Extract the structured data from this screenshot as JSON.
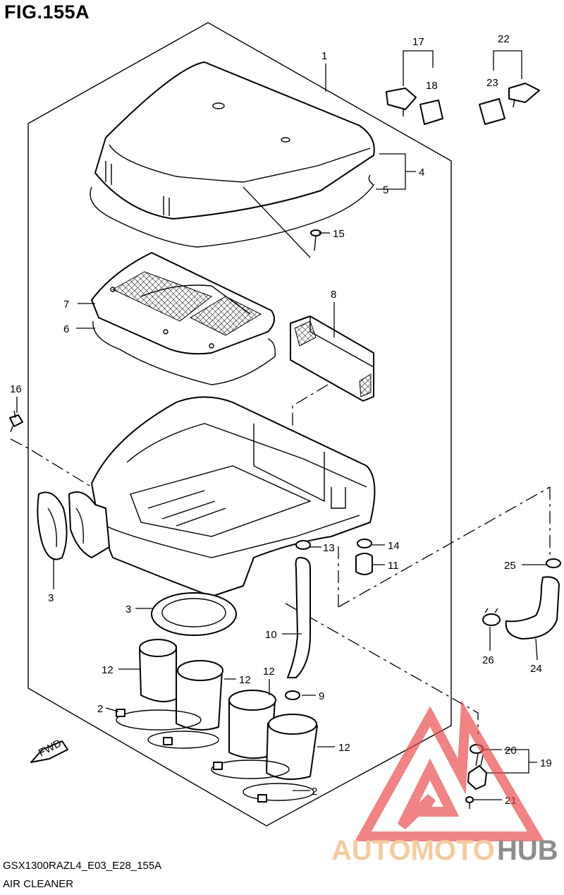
{
  "figure": {
    "title": "FIG.155A",
    "model_code": "GSX1300RAZL4_E03_E28_155A",
    "section_name": "AIR CLEANER"
  },
  "fwd_label": "FWD",
  "watermark": {
    "text_left": "AUTOMOTO",
    "text_right": "HUB",
    "color_left": "#f5c28c",
    "color_right": "#7a7a7a",
    "triangle_color": "#e84a4a"
  },
  "callouts": [
    {
      "id": "c1",
      "text": "1"
    },
    {
      "id": "c2a",
      "text": "2"
    },
    {
      "id": "c2b",
      "text": "2"
    },
    {
      "id": "c3a",
      "text": "3"
    },
    {
      "id": "c3b",
      "text": "3"
    },
    {
      "id": "c4",
      "text": "4"
    },
    {
      "id": "c5",
      "text": "5"
    },
    {
      "id": "c6",
      "text": "6"
    },
    {
      "id": "c7",
      "text": "7"
    },
    {
      "id": "c8",
      "text": "8"
    },
    {
      "id": "c9",
      "text": "9"
    },
    {
      "id": "c10",
      "text": "10"
    },
    {
      "id": "c11",
      "text": "11"
    },
    {
      "id": "c12a",
      "text": "12"
    },
    {
      "id": "c12b",
      "text": "12"
    },
    {
      "id": "c12c",
      "text": "12"
    },
    {
      "id": "c12d",
      "text": "12"
    },
    {
      "id": "c13",
      "text": "13"
    },
    {
      "id": "c14",
      "text": "14"
    },
    {
      "id": "c15",
      "text": "15"
    },
    {
      "id": "c16",
      "text": "16"
    },
    {
      "id": "c17",
      "text": "17"
    },
    {
      "id": "c18",
      "text": "18"
    },
    {
      "id": "c19",
      "text": "19"
    },
    {
      "id": "c20",
      "text": "20"
    },
    {
      "id": "c21",
      "text": "21"
    },
    {
      "id": "c22",
      "text": "22"
    },
    {
      "id": "c23",
      "text": "23"
    },
    {
      "id": "c24",
      "text": "24"
    },
    {
      "id": "c25",
      "text": "25"
    },
    {
      "id": "c26",
      "text": "26"
    }
  ]
}
